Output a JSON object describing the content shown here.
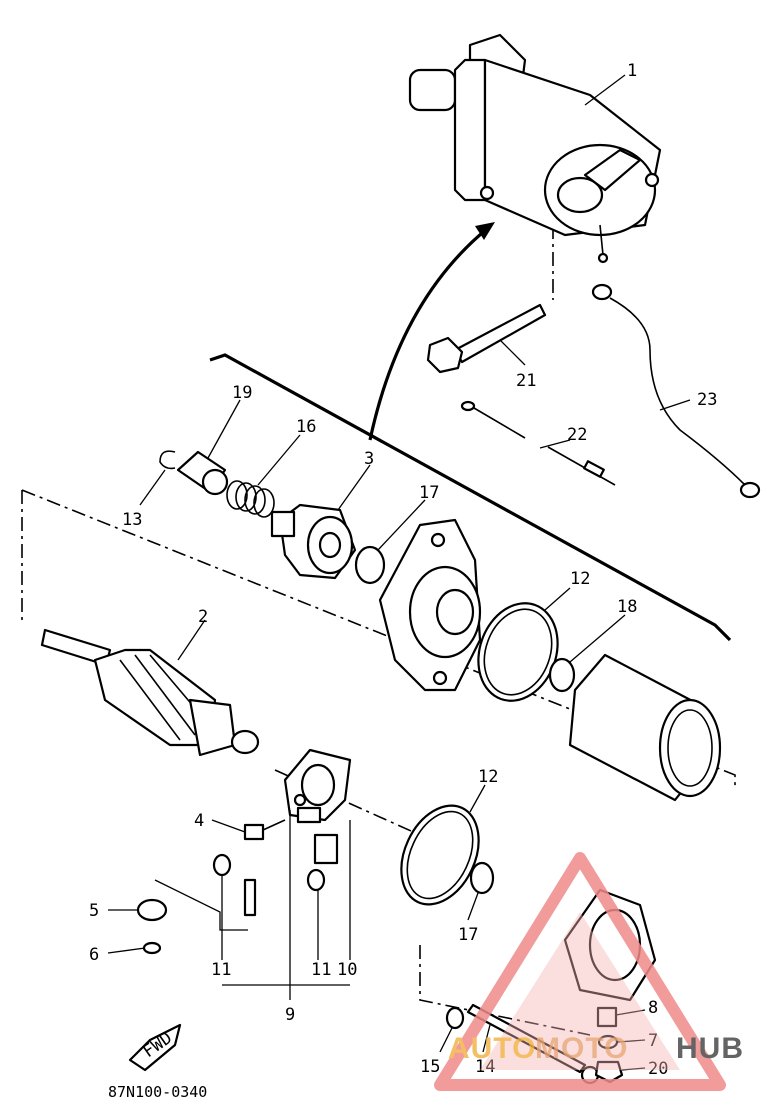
{
  "diagram_code": "87N100-0340",
  "fwd_label": "FWD",
  "callouts": {
    "c1": "1",
    "c2": "2",
    "c3": "3",
    "c4": "4",
    "c5": "5",
    "c6": "6",
    "c7": "7",
    "c8": "8",
    "c9": "9",
    "c10": "10",
    "c11a": "11",
    "c11b": "11",
    "c12a": "12",
    "c12b": "12",
    "c13": "13",
    "c14": "14",
    "c15": "15",
    "c16": "16",
    "c17a": "17",
    "c17b": "17",
    "c18": "18",
    "c19": "19",
    "c20": "20",
    "c21": "21",
    "c22": "22",
    "c23": "23"
  },
  "watermark": {
    "part1": "AUTO",
    "part2": "MOTO",
    "part3": "HUB"
  }
}
